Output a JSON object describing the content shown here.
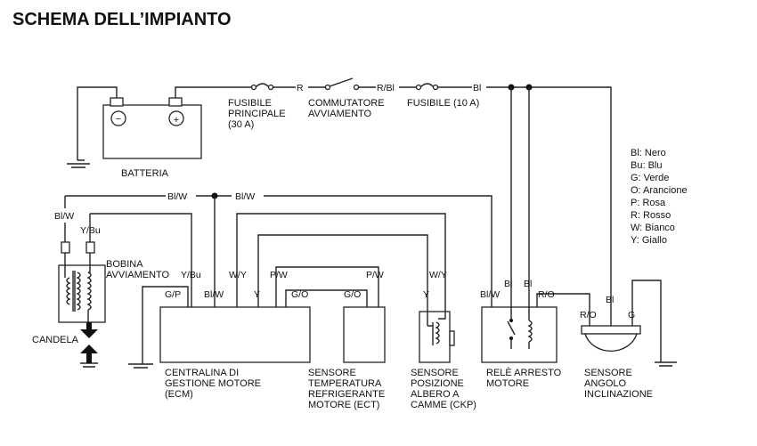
{
  "title": "SCHEMA DELL’IMPIANTO",
  "components": {
    "battery": "BATTERIA",
    "main_fuse": [
      "FUSIBILE",
      "PRINCIPALE",
      "(30 A)"
    ],
    "ignition_switch": [
      "COMMUTATORE",
      "AVVIAMENTO"
    ],
    "fuse_10a": [
      "FUSIBILE (10 A)"
    ],
    "ignition_coil": [
      "BOBINA",
      "AVVIAMENTO"
    ],
    "spark_plug": "CANDELA",
    "ecm": [
      "CENTRALINA DI",
      "GESTIONE MOTORE",
      "(ECM)"
    ],
    "ect": [
      "SENSORE",
      "TEMPERATURA",
      "REFRIGERANTE",
      "MOTORE (ECT)"
    ],
    "ckp": [
      "SENSORE",
      "POSIZIONE",
      "ALBERO A",
      "CAMME (CKP)"
    ],
    "relay": [
      "RELÈ ARRESTO",
      "MOTORE"
    ],
    "tilt_sensor": [
      "SENSORE",
      "ANGOLO",
      "INCLINAZIONE"
    ]
  },
  "wire_labels": {
    "r_top": "R",
    "rbl_top": "R/Bl",
    "bl_top": "Bl",
    "blw_bus_1": "Bl/W",
    "blw_bus_2": "Bl/W",
    "coil_blw": "Bl/W",
    "coil_ybu": "Y/Bu",
    "ecm_ybu": "Y/Bu",
    "ecm_gp": "G/P",
    "ecm_blw": "Bl/W",
    "ecm_wy": "W/Y",
    "ecm_y": "Y",
    "ecm_go": "G/O",
    "ecm_pw": "P/W",
    "ect_go": "G/O",
    "ect_pw": "P/W",
    "ckp_wy": "W/Y",
    "ckp_y": "Y",
    "relay_blw": "Bl/W",
    "relay_bl1": "Bl",
    "relay_bl2": "Bl",
    "relay_ro": "R/O",
    "tilt_ro": "R/O",
    "tilt_bl": "Bl",
    "tilt_g": "G"
  },
  "battery_terminals": {
    "minus": "−",
    "plus": "+"
  },
  "legend": [
    "Bl: Nero",
    "Bu: Blu",
    "G: Verde",
    "O: Arancione",
    "P: Rosa",
    "R: Rosso",
    "W: Bianco",
    "Y: Giallo"
  ]
}
